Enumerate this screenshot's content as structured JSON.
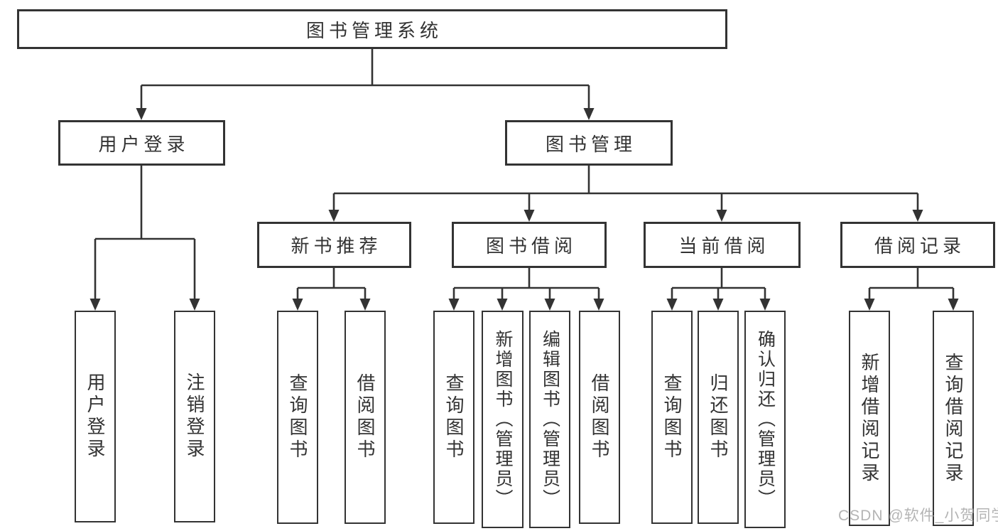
{
  "colors": {
    "line": "#333333",
    "text": "#333333",
    "watermark": "#a8a8a8",
    "background": "#ffffff"
  },
  "watermark": {
    "text": "CSDN @软件_小贺同学"
  },
  "tree": {
    "root": {
      "label": "图书管理系统",
      "children": [
        {
          "label": "用户登录",
          "children": [
            {
              "label": "用户登录"
            },
            {
              "label": "注销登录"
            }
          ]
        },
        {
          "label": "图书管理",
          "children": [
            {
              "label": "新书推荐",
              "children": [
                {
                  "label": "查询图书"
                },
                {
                  "label": "借阅图书"
                }
              ]
            },
            {
              "label": "图书借阅",
              "children": [
                {
                  "label": "查询图书"
                },
                {
                  "label": "新增图书（管理员）"
                },
                {
                  "label": "编辑图书（管理员）"
                },
                {
                  "label": "借阅图书"
                }
              ]
            },
            {
              "label": "当前借阅",
              "children": [
                {
                  "label": "查询图书"
                },
                {
                  "label": "归还图书"
                },
                {
                  "label": "确认归还（管理员）"
                }
              ]
            },
            {
              "label": "借阅记录",
              "children": [
                {
                  "label": "新增借阅记录"
                },
                {
                  "label": "查询借阅记录"
                }
              ]
            }
          ]
        }
      ]
    }
  }
}
